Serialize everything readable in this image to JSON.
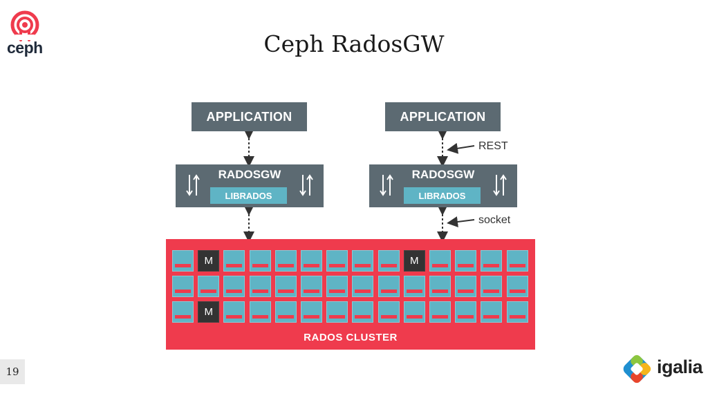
{
  "slide": {
    "title": "Ceph RadosGW",
    "page_number": "19"
  },
  "logos": {
    "ceph": {
      "text": "ceph",
      "icon": "ceph-octopus-icon",
      "color": "#ef3b4d"
    },
    "igalia": {
      "text": "igalia",
      "icon": "igalia-logo-icon"
    }
  },
  "diagram": {
    "left_stack": {
      "application_label": "APPLICATION",
      "gateway_label": "RADOSGW",
      "library_label": "LIBRADOS"
    },
    "right_stack": {
      "application_label": "APPLICATION",
      "gateway_label": "RADOSGW",
      "library_label": "LIBRADOS",
      "rest_label": "REST",
      "socket_label": "socket"
    },
    "cluster": {
      "label": "RADOS CLUSTER",
      "rows": 3,
      "columns": 14,
      "monitor_label": "M",
      "monitors": [
        {
          "row": 0,
          "col": 1
        },
        {
          "row": 0,
          "col": 9
        },
        {
          "row": 2,
          "col": 1
        }
      ]
    },
    "colors": {
      "box_gray": "#5c6a72",
      "librados_teal": "#5fb4c5",
      "cluster_red": "#ef3b4d",
      "monitor_dark": "#333333"
    }
  }
}
